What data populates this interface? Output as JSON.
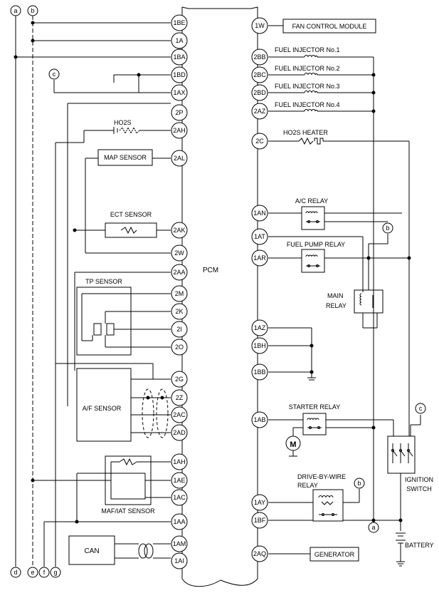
{
  "pcm_label": "PCM",
  "left_pins": [
    "1BE",
    "1A",
    "1BA",
    "1BD",
    "1AX",
    "2P",
    "2AH",
    "2AL",
    "2AK",
    "2W",
    "2AA",
    "2M",
    "2K",
    "2I",
    "2O",
    "2G",
    "2Z",
    "2AC",
    "2AD",
    "1AH",
    "1AE",
    "1AC",
    "1AA",
    "1AM",
    "1AI"
  ],
  "right_pins": [
    "1W",
    "2BB",
    "2BC",
    "2BD",
    "2AZ",
    "2C",
    "1AN",
    "1AT",
    "1AR",
    "1AZ",
    "1BH",
    "1BB",
    "1AB",
    "1AY",
    "1BF",
    "2AQ"
  ],
  "connector_labels": {
    "top": [
      "a",
      "b",
      "c"
    ],
    "bottom": [
      "d",
      "e",
      "f",
      "g"
    ],
    "inline": [
      "c",
      "b",
      "b",
      "c",
      "a"
    ]
  },
  "components": {
    "fan_control_module": "FAN CONTROL MODULE",
    "fuel_injector_1": "FUEL INJECTOR No.1",
    "fuel_injector_2": "FUEL INJECTOR No.2",
    "fuel_injector_3": "FUEL INJECTOR No.3",
    "fuel_injector_4": "FUEL INJECTOR No.4",
    "ho2s_heater": "HO2S HEATER",
    "ac_relay": "A/C RELAY",
    "fuel_pump_relay": "FUEL PUMP RELAY",
    "main_relay_1": "MAIN",
    "main_relay_2": "RELAY",
    "starter_relay": "STARTER RELAY",
    "motor": "M",
    "dbw_relay_1": "DRIVE-BY-WIRE",
    "dbw_relay_2": "RELAY",
    "ignition_switch_1": "IGNITION",
    "ignition_switch_2": "SWITCH",
    "battery": "BATTERY",
    "generator": "GENERATOR",
    "ho2s": "HO2S",
    "map_sensor": "MAP SENSOR",
    "ect_sensor": "ECT SENSOR",
    "tp_sensor": "TP SENSOR",
    "af_sensor": "A/F SENSOR",
    "maf_iat_sensor": "MAF/IAT SENSOR",
    "can": "CAN"
  }
}
